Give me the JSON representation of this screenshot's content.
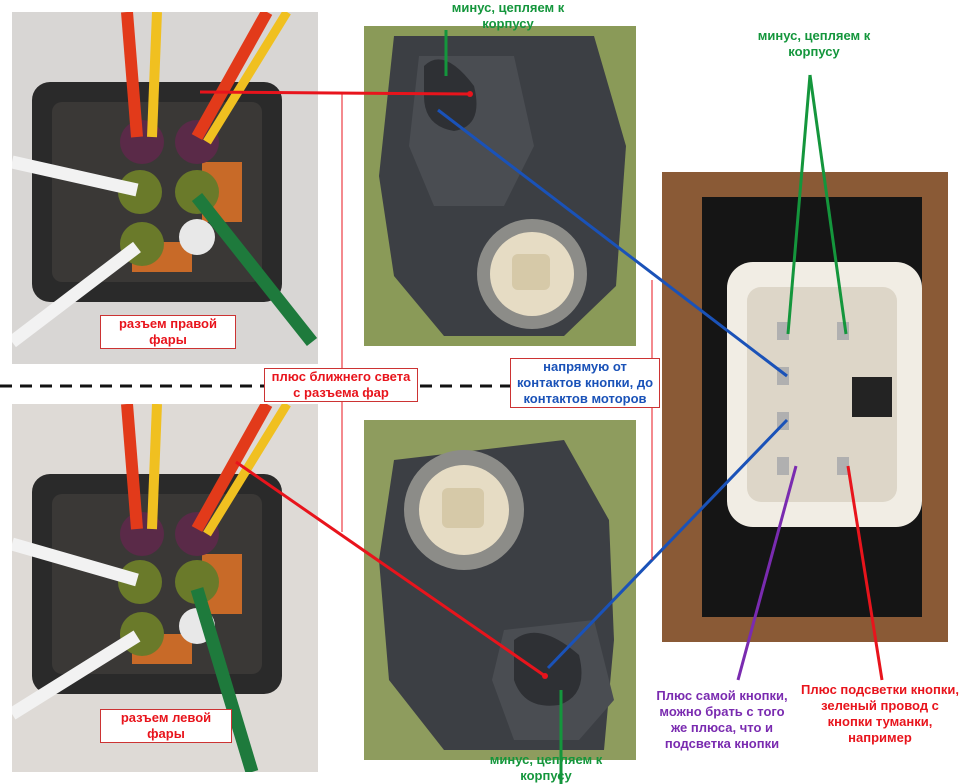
{
  "labels": {
    "right_connector": "разъем правой\nфары",
    "left_connector": "разъем левой\nфары",
    "low_beam_plus": "плюс ближнего света\nс разъема фар",
    "direct_contacts": "напрямую от\nконтактов кнопки, до\nконтактов моторов",
    "ground_top": "минус, цепляем к\nкорпусу",
    "ground_right": "минус, цепляем к\nкорпусу",
    "ground_bottom": "минус, цепляем к\nкорпусу",
    "button_plus": "Плюс самой кнопки,\nможно брать с того\nже плюса, что и\nподсветка кнопки",
    "backlight_plus": "Плюс подсветки кнопки,\nзеленый провод с\nкнопки туманки,\nнапример"
  },
  "colors": {
    "red": "#e8141c",
    "green": "#14963c",
    "blue": "#1a52b8",
    "purple": "#7a2bb0",
    "dashed": "#111111"
  },
  "photos": [
    {
      "name": "right-headlight-connector-photo"
    },
    {
      "name": "left-headlight-connector-photo"
    },
    {
      "name": "top-motor-photo"
    },
    {
      "name": "bottom-motor-photo"
    },
    {
      "name": "switch-button-connector-photo"
    }
  ]
}
